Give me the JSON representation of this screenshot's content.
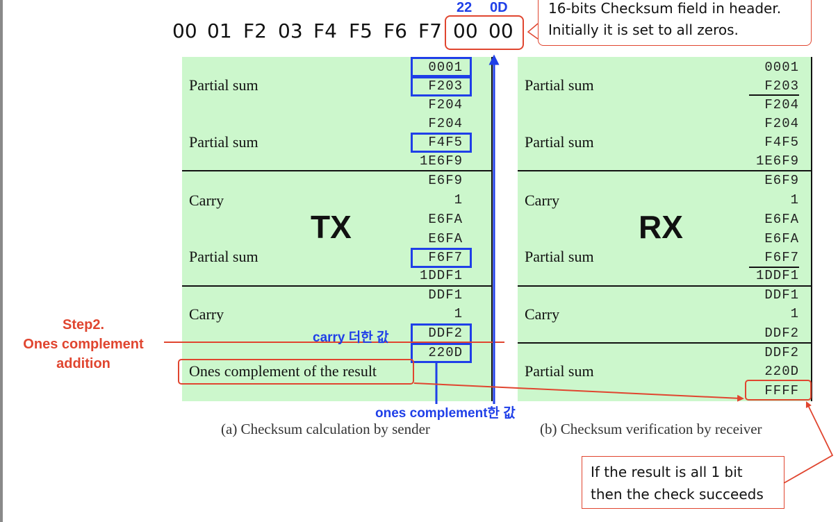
{
  "header": {
    "bytes": [
      "00",
      "01",
      "F2",
      "03",
      "F4",
      "F5",
      "F6",
      "F7",
      "00",
      "00"
    ],
    "checksum_labels": [
      "22",
      "0D"
    ],
    "callout_lines": [
      "16-bits Checksum field in header.",
      "Initially it is set to all zeros."
    ]
  },
  "tx": {
    "title": "TX",
    "labels": [
      "Partial sum",
      "Partial sum",
      "Carry",
      "Partial sum",
      "Carry",
      "Ones complement of the result"
    ],
    "numbers": [
      "0001",
      "F203",
      "F204",
      "F204",
      "F4F5",
      "1E6F9",
      "E6F9",
      "1",
      "E6FA",
      "E6FA",
      "F6F7",
      "1DDF1",
      "DDF1",
      "1",
      "DDF2",
      "220D"
    ],
    "caption": "(a) Checksum calculation by sender"
  },
  "rx": {
    "title": "RX",
    "labels": [
      "Partial sum",
      "Partial sum",
      "Carry",
      "Partial sum",
      "Carry",
      "Partial sum"
    ],
    "numbers": [
      "0001",
      "F203",
      "F204",
      "F204",
      "F4F5",
      "1E6F9",
      "E6F9",
      "1",
      "E6FA",
      "E6FA",
      "F6F7",
      "1DDF1",
      "DDF1",
      "1",
      "DDF2",
      "DDF2",
      "220D",
      "FFFF"
    ],
    "caption": "(b) Checksum verification by receiver"
  },
  "annotations": {
    "step_lines": [
      "Step2.",
      "Ones complement",
      "addition"
    ],
    "carry_added": "carry 더한 값",
    "ones_complement_value": "ones complement한 값",
    "result_note_lines": [
      "If the result is all 1 bit",
      "then the check succeeds"
    ]
  },
  "colors": {
    "panel_green": "#ccf7cc",
    "annot_blue": "#1f3fe8",
    "annot_red": "#e0452f"
  }
}
